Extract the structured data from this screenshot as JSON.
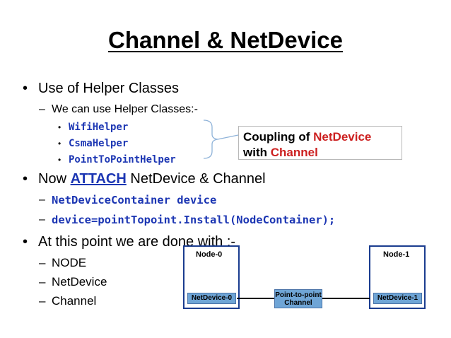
{
  "slide": {
    "title": "Channel & NetDevice",
    "bullets": {
      "helper_classes": "Use of Helper Classes",
      "can_use": "We can use Helper Classes:-",
      "helpers": [
        "WifiHelper",
        "CsmaHelper",
        "PointToPointHelper"
      ],
      "now_prefix": "Now",
      "attach": "ATTACH",
      "now_suffix": "NetDevice & Channel",
      "code1": "NetDeviceContainer device",
      "code2": "device=pointTopoint.Install(NodeContainer);",
      "done_with": "At this point we are done with :-",
      "done_items": [
        "NODE",
        "NetDevice",
        "Channel"
      ]
    },
    "symbols": {
      "bullet": "•",
      "dash": "–"
    },
    "callout": {
      "part1": "Coupling of",
      "part2": "NetDevice",
      "part3": "with",
      "part4": "Channel"
    },
    "diagram": {
      "node0": "Node-0",
      "node1": "Node-1",
      "netdevice0": "NetDevice-0",
      "netdevice1": "NetDevice-1",
      "channel_line1": "Point-to-point",
      "channel_line2": "Channel"
    },
    "colors": {
      "code_blue": "#1c36b3",
      "highlight_red": "#cc1f1f",
      "device_fill": "#6fa5d6",
      "node_border": "#1a3c8f"
    }
  }
}
